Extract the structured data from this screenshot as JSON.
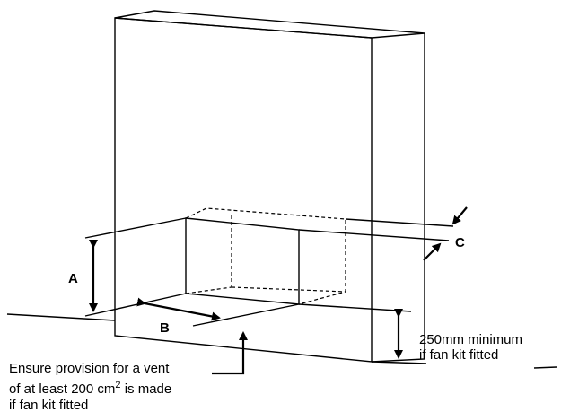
{
  "labels": {
    "a": "A",
    "b": "B",
    "c": "C"
  },
  "notes": {
    "min_line1": "250mm minimum",
    "min_line2": "if fan kit fitted",
    "vent_line1": "Ensure provision for a vent",
    "vent_line2_pre": "of at least 200 cm",
    "vent_line2_sup": "2",
    "vent_line2_post": " is made",
    "vent_line3": "if fan kit fitted"
  }
}
